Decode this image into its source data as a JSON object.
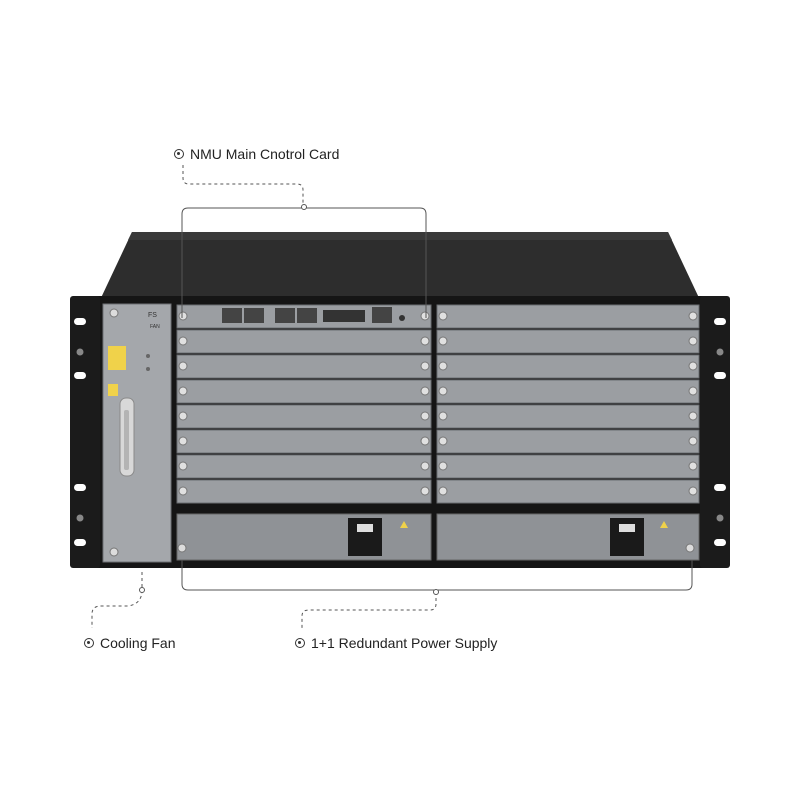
{
  "callouts": {
    "nmu": "NMU Main Cnotrol Card",
    "fan": "Cooling Fan",
    "psu": "1+1 Redundant Power Supply"
  },
  "chassis": {
    "brand": "FS",
    "fan_label": "FAN",
    "left_slot_count": 9,
    "right_slot_count": 9
  },
  "colors": {
    "chassis_top": "#2b2b2b",
    "chassis_front": "#111111",
    "card": "#9b9ea2",
    "leader": "#555555"
  }
}
